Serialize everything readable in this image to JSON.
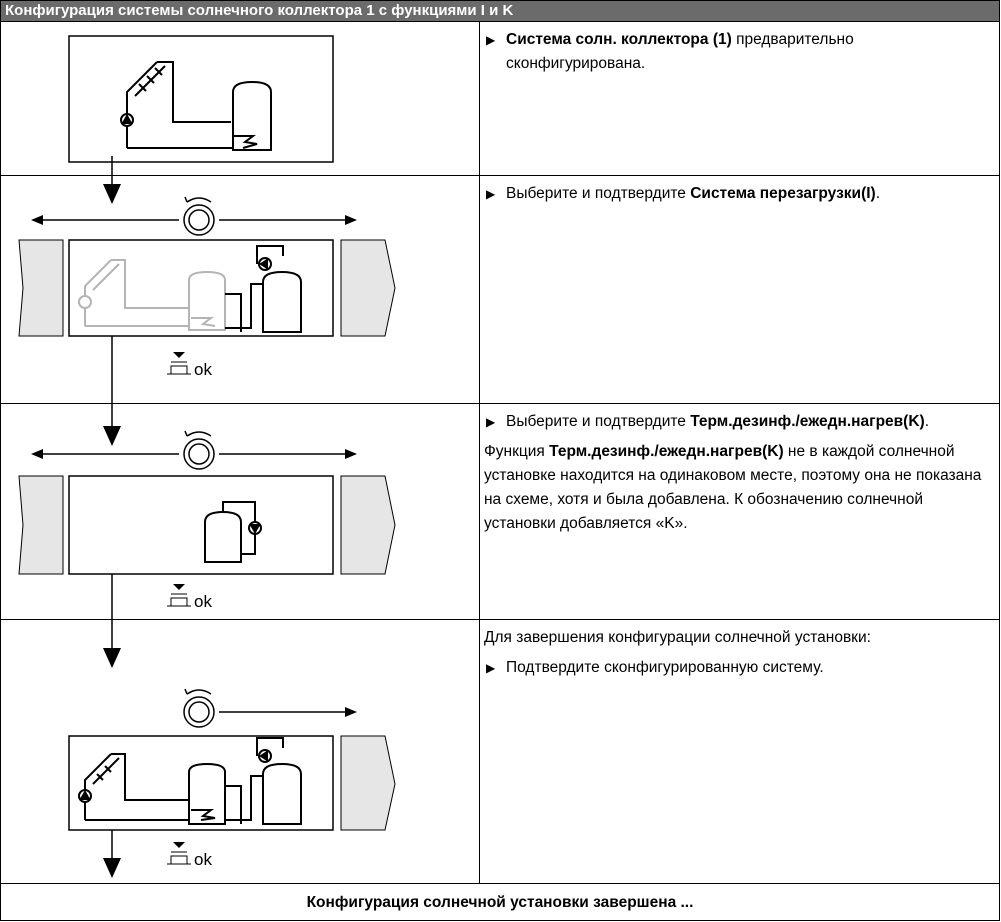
{
  "header": {
    "title": "Конфигурация системы солнечного коллектора 1 с функциями I и K"
  },
  "rows": [
    {
      "step": {
        "bold": "Система солн. коллектора (1)",
        "text": " предварительно сконфигурирована."
      }
    },
    {
      "step": {
        "text": "Выберите и подтвердите ",
        "bold": "Система перезагрузки(I)",
        "after": "."
      },
      "ok_label": "ok"
    },
    {
      "step": {
        "text": "Выберите и подтвердите ",
        "bold": "Терм.дезинф./ежедн.нагрев(K)",
        "after": "."
      },
      "note": {
        "pre": "Функция ",
        "bold": "Терм.дезинф./ежедн.нагрев(K)",
        "post": " не в каждой солнечной установке находится на одинаковом месте, поэтому она не показана на схеме, хотя и была добавлена. К обозначению солнечной установки добавляется «K»."
      },
      "ok_label": "ok"
    },
    {
      "intro": "Для завершения конфигурации солнечной установки:",
      "step": {
        "text": "Подтвердите сконфигурированную систему."
      },
      "ok_label": "ok"
    }
  ],
  "footer": {
    "text": "Конфигурация солнечной установки завершена ..."
  },
  "colors": {
    "header_bg": "#6b6b6b",
    "panel_gray": "#e6e6e6",
    "faded": "#b4b4b4"
  }
}
